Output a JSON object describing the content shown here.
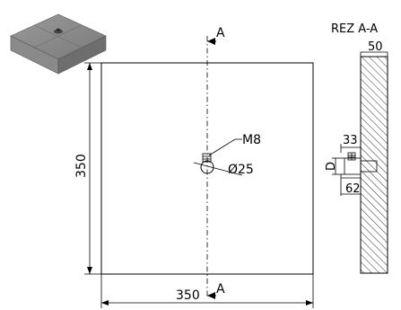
{
  "drawing": {
    "section_title": "REZ A-A",
    "section_mark": "A",
    "dims": {
      "width": "350",
      "height": "350",
      "thread": "M8",
      "diameter": "Ø25",
      "thickness": "50",
      "insert_depth": "33",
      "insert_length": "62",
      "d_label": "D"
    }
  }
}
